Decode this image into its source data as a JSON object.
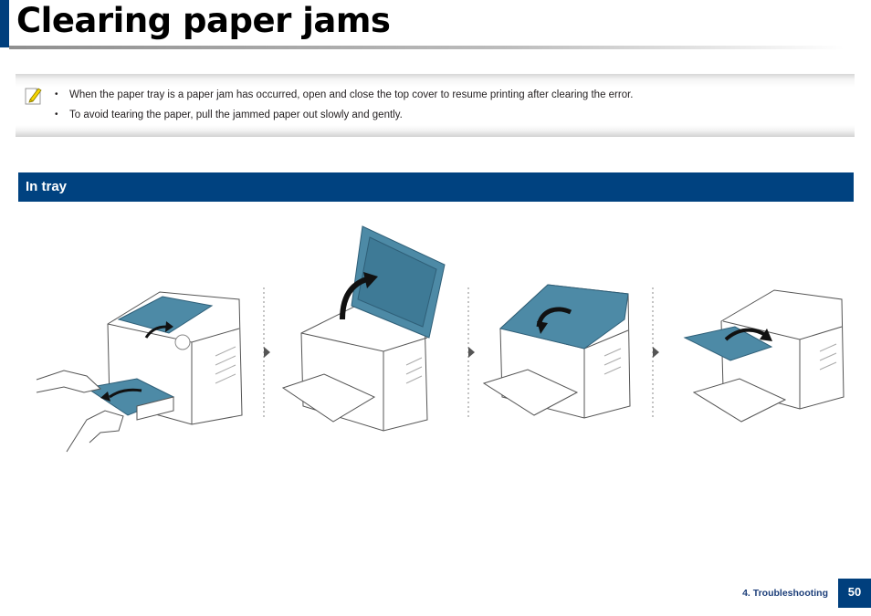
{
  "page": {
    "title": "Clearing paper jams"
  },
  "note": {
    "icon": "note-pencil-icon",
    "items": [
      "When the paper tray is a paper jam has occurred, open and close the top cover to resume printing after clearing the error.",
      "To avoid tearing the paper, pull the jammed paper out slowly and gently."
    ]
  },
  "section": {
    "title": "In tray"
  },
  "illustration": {
    "steps": [
      "pull-jammed-paper-from-tray",
      "open-top-cover",
      "close-top-cover",
      "remove-paper-from-output"
    ]
  },
  "footer": {
    "chapter": "4.  Troubleshooting",
    "page_number": "50"
  },
  "colors": {
    "brand_blue": "#004280",
    "accent_teal": "#4d8aa6"
  }
}
